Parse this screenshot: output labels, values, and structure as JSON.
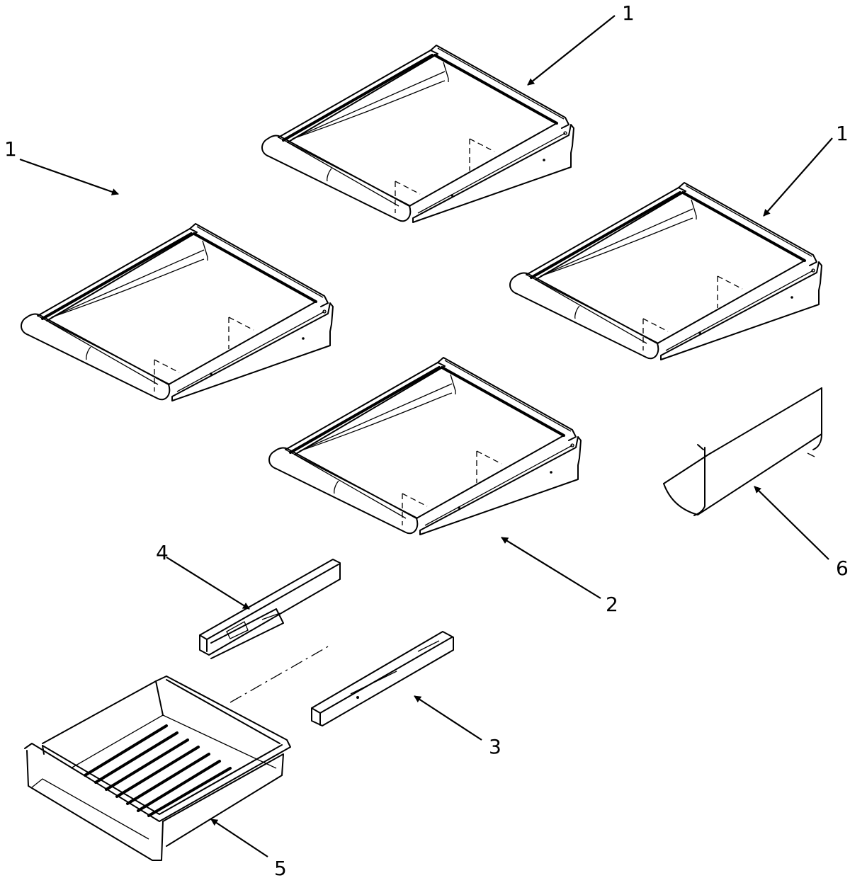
{
  "diagram": {
    "type": "exploded-parts-diagram",
    "background_color": "#ffffff",
    "line_color": "#000000",
    "callouts": [
      {
        "id": "c1a",
        "label": "1",
        "part": "shelf-top-center"
      },
      {
        "id": "c1b",
        "label": "1",
        "part": "shelf-left"
      },
      {
        "id": "c1c",
        "label": "1",
        "part": "shelf-right"
      },
      {
        "id": "c2",
        "label": "2",
        "part": "shelf-middle"
      },
      {
        "id": "c3",
        "label": "3",
        "part": "drawer-slide-right"
      },
      {
        "id": "c4",
        "label": "4",
        "part": "drawer-slide-left"
      },
      {
        "id": "c5",
        "label": "5",
        "part": "crisper-drawer"
      },
      {
        "id": "c6",
        "label": "6",
        "part": "shelf-trim-channel"
      }
    ]
  }
}
